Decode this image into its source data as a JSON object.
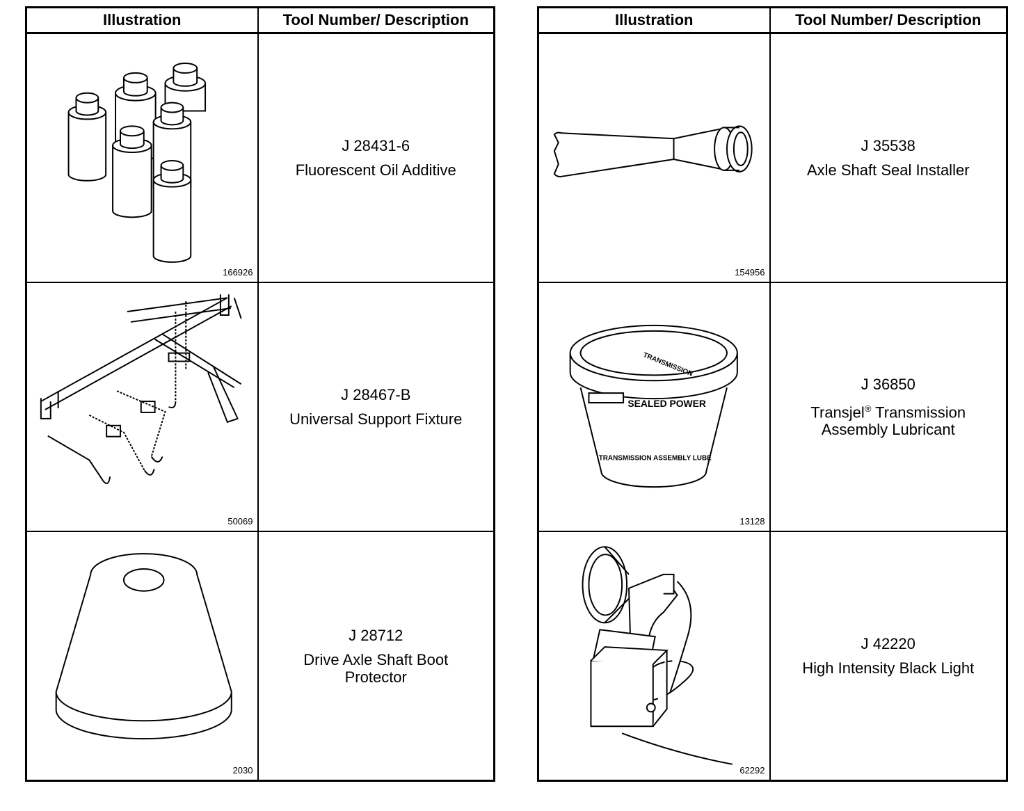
{
  "headers": {
    "illustration": "Illustration",
    "tool": "Tool Number/ Description"
  },
  "tables": [
    {
      "rows": [
        {
          "figure": "166926",
          "number": "J 28431-6",
          "description": "Fluorescent Oil Additive",
          "icon": "oil-bottles"
        },
        {
          "figure": "50069",
          "number": "J 28467-B",
          "description": "Universal Support Fixture",
          "icon": "support-fixture"
        },
        {
          "figure": "2030",
          "number": "J 28712",
          "description": "Drive Axle Shaft Boot\nProtector",
          "icon": "boot-protector"
        }
      ]
    },
    {
      "rows": [
        {
          "figure": "154956",
          "number": "J 35538",
          "description": "Axle Shaft Seal Installer",
          "icon": "seal-installer"
        },
        {
          "figure": "13128",
          "number": "J 36850",
          "description_prefix": "Transjel",
          "trademark": "®",
          "description_suffix": " Transmission\nAssembly Lubricant",
          "icon": "lubricant-tub",
          "tub_label": "SEALED POWER",
          "tub_label2": "TRANSMISSION ASSEMBLY LUBE",
          "lid_label": "TRANSMISSION"
        },
        {
          "figure": "62292",
          "number": "J 42220",
          "description": "High Intensity Black Light",
          "icon": "black-light"
        }
      ]
    }
  ]
}
